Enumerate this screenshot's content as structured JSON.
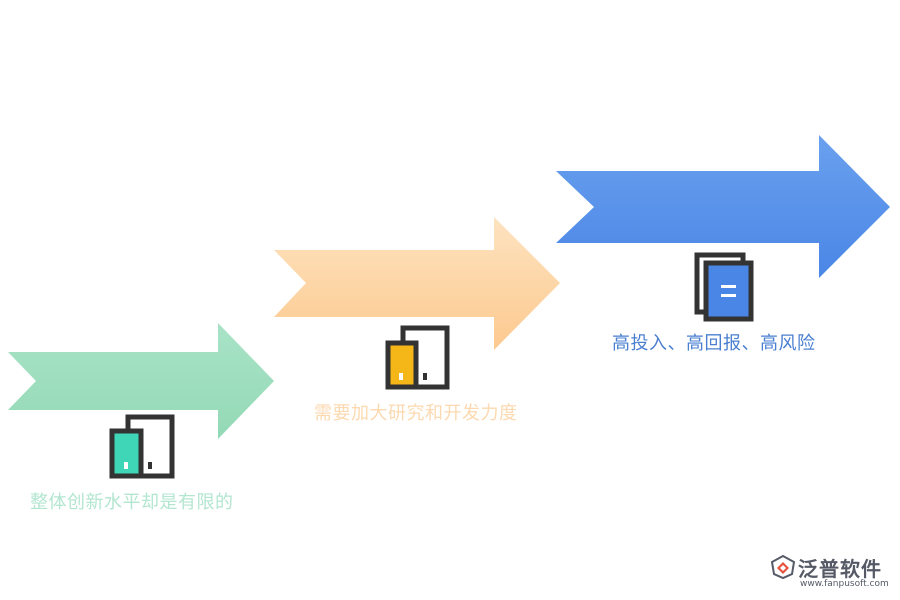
{
  "steps": [
    {
      "label": "整体创新水平却是有限的",
      "arrow_color_top": "#a9e3c7",
      "arrow_color_bottom": "#93d9b6",
      "icon_fill": "#3ed6b7"
    },
    {
      "label": "需要加大研究和开发力度",
      "arrow_color_top": "#fde3c0",
      "arrow_color_bottom": "#fdc98f",
      "icon_fill": "#f5b617"
    },
    {
      "label": "高投入、高回报、高风险",
      "arrow_color_top": "#6aa0ee",
      "arrow_color_bottom": "#4a86e6",
      "icon_fill": "#4a86e6"
    }
  ],
  "logo": {
    "name": "泛普软件",
    "url": "www.fanpusoft.com",
    "color": "#555a66"
  },
  "icon_stroke": "#333333"
}
